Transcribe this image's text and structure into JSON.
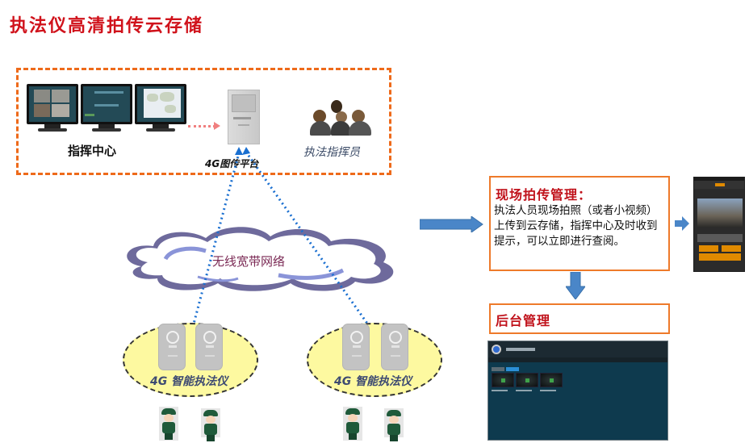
{
  "title": "执法仪高清拍传云存储",
  "command_center": {
    "label": "指挥中心",
    "officers_label": "执法指挥员",
    "platform_label": "4G图传平台"
  },
  "network": {
    "label": "无线宽带网络"
  },
  "device_groups": [
    {
      "label": "4G 智能执法仪"
    },
    {
      "label": "4G 智能执法仪"
    }
  ],
  "onsite_panel": {
    "title": "现场拍传管理：",
    "body": "执法人员现场拍照（或者小视频）上传到云存储，指挥中心及时收到提示，可以立即进行查阅。"
  },
  "backend_panel": {
    "title": "后台管理"
  },
  "colors": {
    "title_red": "#d0121b",
    "dash_orange": "#ee6a1a",
    "arrow_blue": "#4a86c8",
    "link_blue": "#1a6fd0",
    "ellipse_yellow": "#fdf9a0"
  }
}
